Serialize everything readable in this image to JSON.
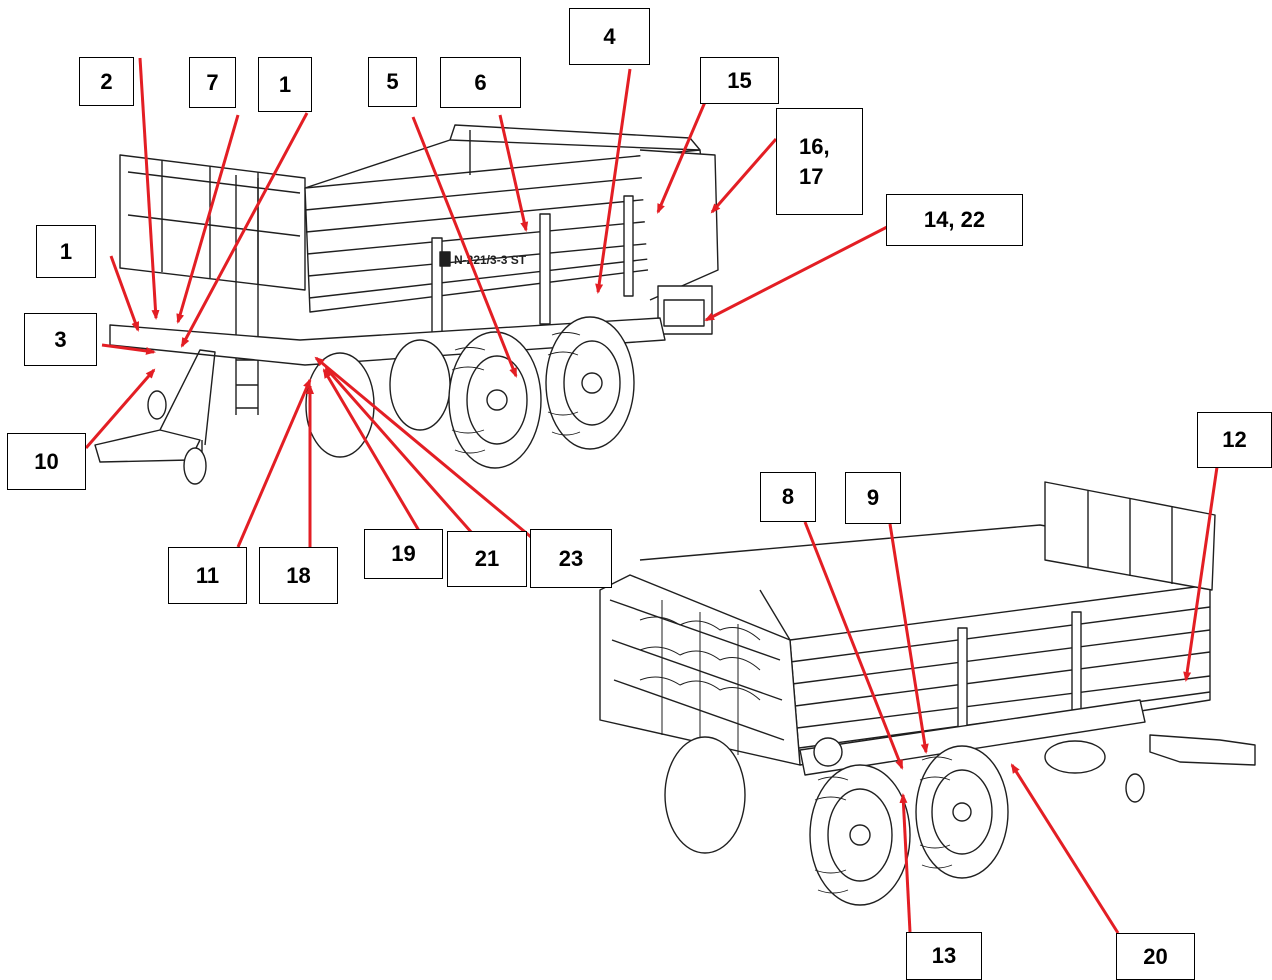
{
  "diagram": {
    "labels": [
      "1",
      "2",
      "7",
      "1",
      "5",
      "6",
      "4",
      "15",
      "16,\n17",
      "14, 22",
      "1",
      "3",
      "10",
      "11",
      "18",
      "19",
      "21",
      "23",
      "12",
      "8",
      "9",
      "13",
      "20"
    ]
  },
  "colors": {
    "callout_arrow": "#e31e24",
    "line_art": "#1f1f1f",
    "label_border": "#000000"
  }
}
